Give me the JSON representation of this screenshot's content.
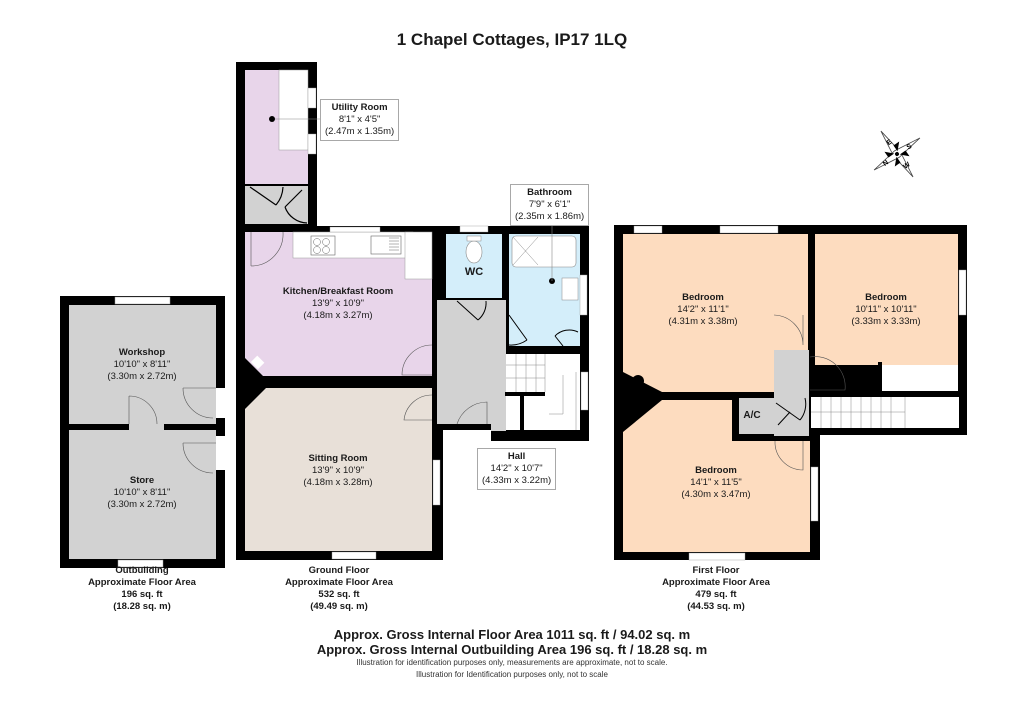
{
  "title": "1 Chapel Cottages, IP17 1LQ",
  "colors": {
    "wall": "#000000",
    "kitchen_utility": "#e8d5ea",
    "wet_rooms": "#d4eefa",
    "circulation": "#d2d2d2",
    "sitting_room": "#e8e0d8",
    "bedrooms": "#fddcbf",
    "outbuilding": "#d2d2d2"
  },
  "rooms": {
    "utility": {
      "name": "Utility Room",
      "imperial": "8'1\" x 4'5\"",
      "metric": "(2.47m x 1.35m)"
    },
    "bathroom": {
      "name": "Bathroom",
      "imperial": "7'9\" x 6'1\"",
      "metric": "(2.35m x 1.86m)"
    },
    "wc": {
      "name": "WC"
    },
    "kitchen": {
      "name": "Kitchen/Breakfast Room",
      "imperial": "13'9\" x 10'9\"",
      "metric": "(4.18m x 3.27m)"
    },
    "sitting": {
      "name": "Sitting Room",
      "imperial": "13'9\" x 10'9\"",
      "metric": "(4.18m x 3.28m)"
    },
    "hall": {
      "name": "Hall",
      "imperial": "14'2\" x 10'7\"",
      "metric": "(4.33m x 3.22m)"
    },
    "workshop": {
      "name": "Workshop",
      "imperial": "10'10\" x 8'11\"",
      "metric": "(3.30m x 2.72m)"
    },
    "store": {
      "name": "Store",
      "imperial": "10'10\" x 8'11\"",
      "metric": "(3.30m x 2.72m)"
    },
    "bedroom1": {
      "name": "Bedroom",
      "imperial": "14'2\" x 11'1\"",
      "metric": "(4.31m x 3.38m)"
    },
    "bedroom2": {
      "name": "Bedroom",
      "imperial": "10'11\" x 10'11\"",
      "metric": "(3.33m x 3.33m)"
    },
    "bedroom3": {
      "name": "Bedroom",
      "imperial": "14'1\" x 11'5\"",
      "metric": "(4.30m x 3.47m)"
    },
    "ac": {
      "name": "A/C"
    }
  },
  "floors": {
    "outbuilding": {
      "name": "Outbuilding",
      "caption": "Approximate Floor Area",
      "sqft": "196 sq. ft",
      "sqm": "(18.28 sq. m)"
    },
    "ground": {
      "name": "Ground Floor",
      "caption": "Approximate Floor Area",
      "sqft": "532 sq. ft",
      "sqm": "(49.49 sq. m)"
    },
    "first": {
      "name": "First Floor",
      "caption": "Approximate Floor Area",
      "sqft": "479 sq. ft",
      "sqm": "(44.53 sq. m)"
    }
  },
  "compass": {
    "icon": "compass-rose-icon",
    "letters": [
      "N",
      "E",
      "S",
      "W"
    ]
  },
  "totals": {
    "line1": "Approx. Gross Internal Floor Area 1011 sq. ft / 94.02 sq. m",
    "line2": "Approx. Gross Internal Outbuilding Area 196 sq. ft / 18.28 sq. m",
    "disclaimer1": "Illustration for identification purposes only, measurements are approximate, not to scale.",
    "disclaimer2": "Illustration for Identification purposes only, not to scale"
  }
}
